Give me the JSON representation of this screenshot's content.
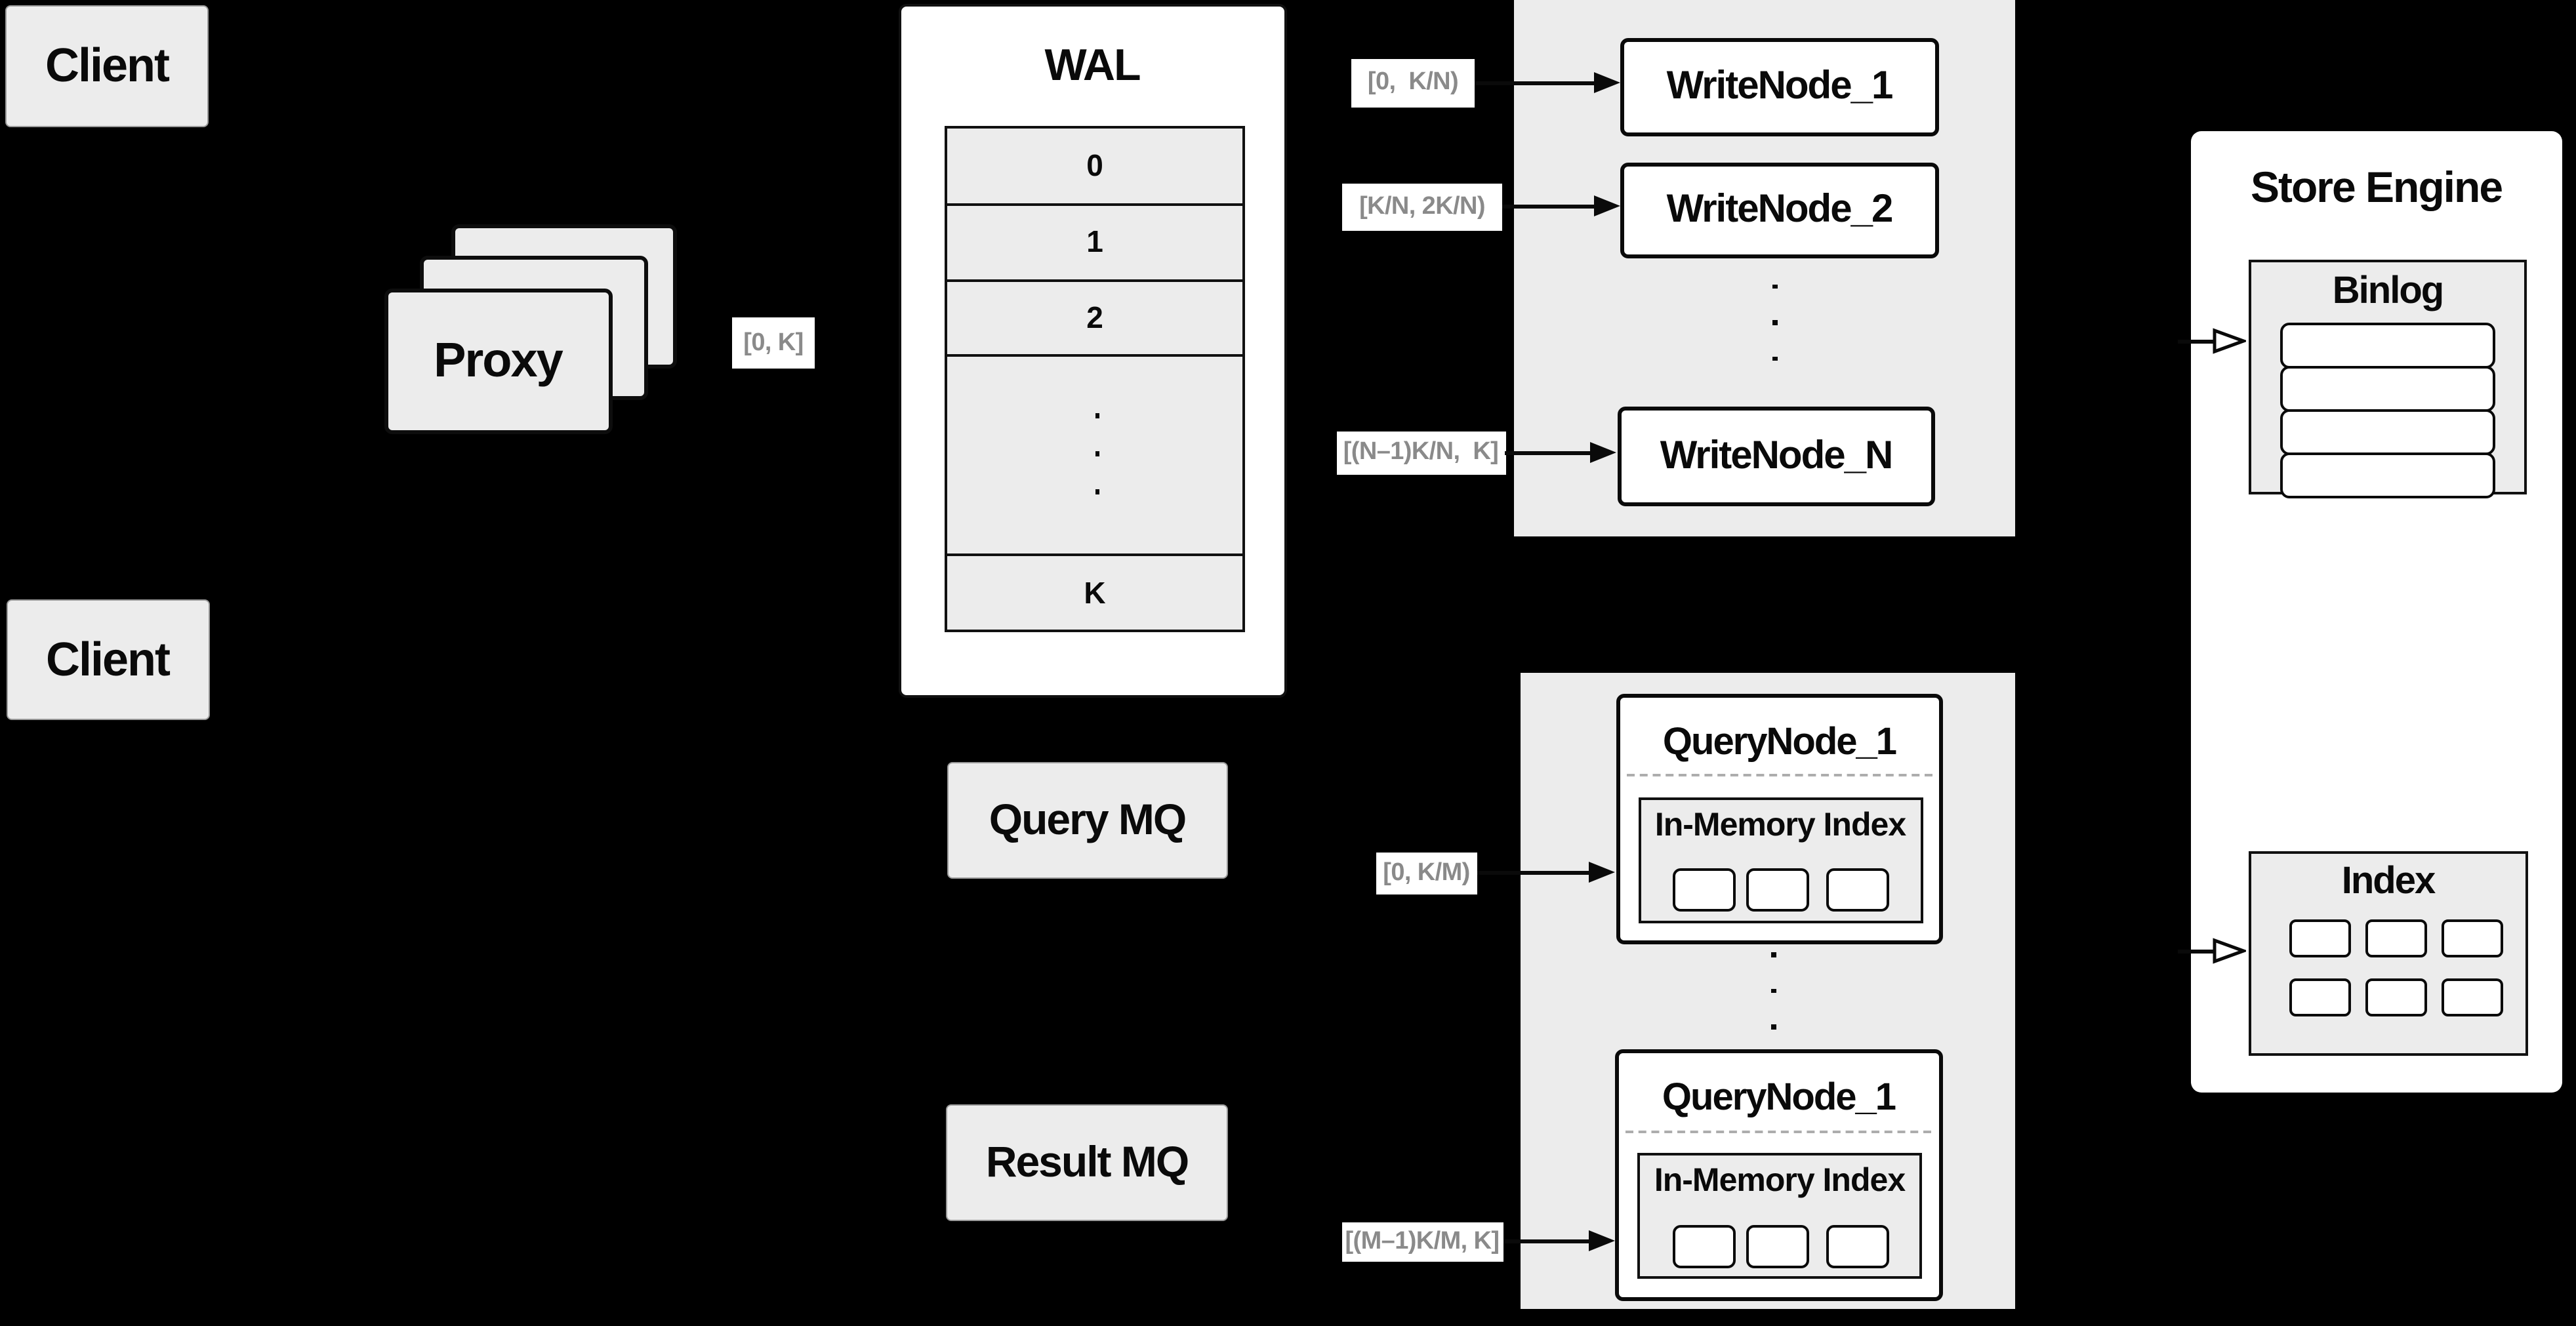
{
  "colors": {
    "background": "#000000",
    "panel_gray": "#ececec",
    "box_white": "#ffffff",
    "line_black": "#0a0a0a",
    "label_gray_text": "#8a8a8a"
  },
  "clients": {
    "top": "Client",
    "bottom": "Client"
  },
  "proxy": {
    "label": "Proxy"
  },
  "wal": {
    "title": "WAL",
    "rows": [
      "0",
      "1",
      "2"
    ],
    "last_row": "K"
  },
  "range_labels": {
    "proxy": "[0, K]",
    "write_1": "[0,  K/N)",
    "write_2": "[K/N, 2K/N)",
    "write_n": "[(N–1)K/N,  K]",
    "query_1": "[0, K/M)",
    "query_m": "[(M–1)K/M, K]"
  },
  "write_nodes": {
    "node_1": "WriteNode_1",
    "node_2": "WriteNode_2",
    "node_n": "WriteNode_N"
  },
  "store_engine": {
    "title": "Store Engine",
    "binlog": "Binlog",
    "index": "Index"
  },
  "message_queues": {
    "query": "Query MQ",
    "result": "Result MQ"
  },
  "query_nodes": {
    "node_1": {
      "title": "QueryNode_1",
      "index_label": "In-Memory Index"
    },
    "node_2": {
      "title": "QueryNode_1",
      "index_label": "In-Memory Index"
    }
  }
}
